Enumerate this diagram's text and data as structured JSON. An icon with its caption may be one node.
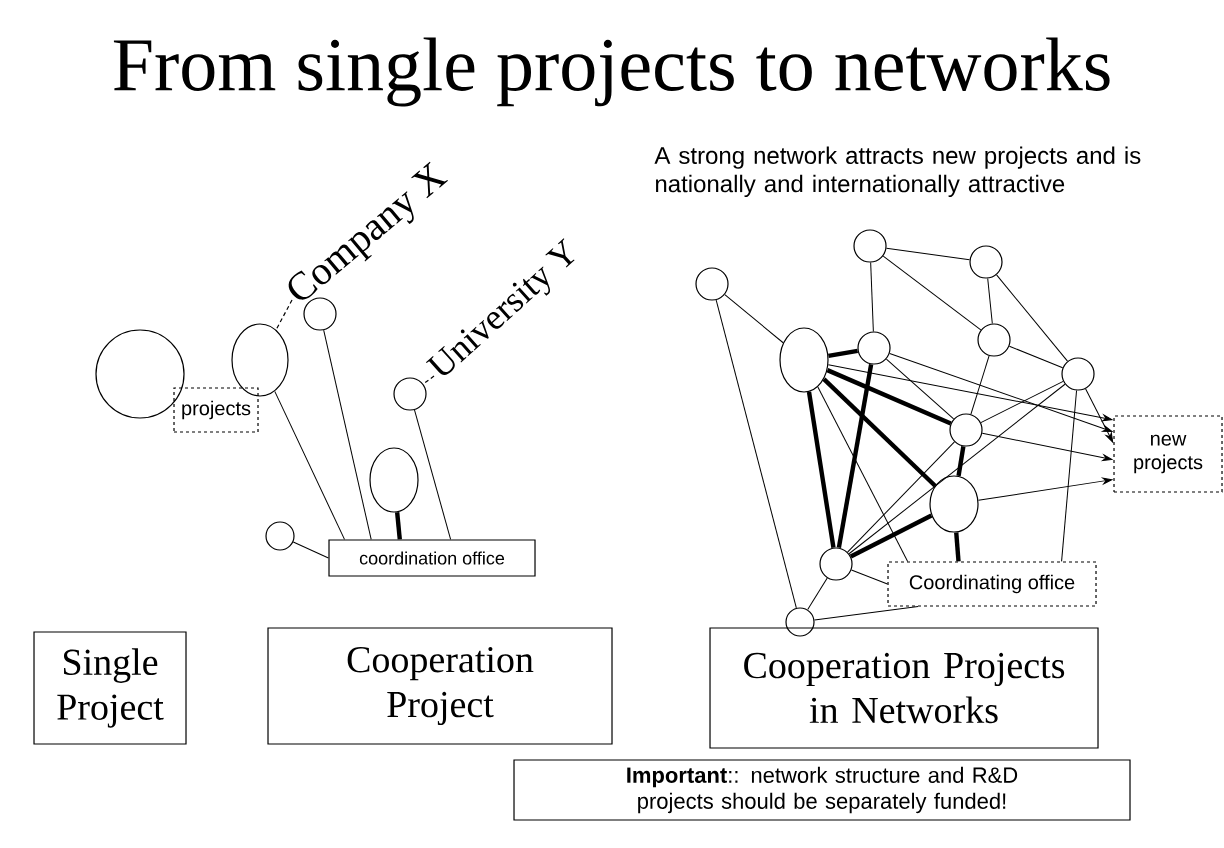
{
  "diagram": {
    "title": "From single projects to networks",
    "nodes": [
      {
        "text": [],
        "shape": "circle"
      },
      {
        "text": [
          "Company X"
        ]
      },
      {
        "text": [
          "University Y"
        ]
      },
      {
        "text": [],
        "shape": "circle"
      },
      {
        "text": [],
        "shape": "circle"
      },
      {
        "text": [
          "projects"
        ]
      },
      {
        "text": [],
        "shape": "circle"
      },
      {
        "text": [],
        "shape": "circle"
      },
      {
        "text": [],
        "shape": "circle"
      },
      {
        "text": [
          "coordination office"
        ]
      },
      {
        "text": [],
        "shape": "circle"
      },
      {
        "text": [],
        "shape": "circle"
      },
      {
        "text": [],
        "shape": "circle"
      },
      {
        "text": [],
        "shape": "circle"
      },
      {
        "text": [],
        "shape": "circle"
      },
      {
        "text": [],
        "shape": "circle"
      },
      {
        "text": [],
        "shape": "circle"
      },
      {
        "text": [],
        "shape": "circle"
      },
      {
        "text": [
          "new projects"
        ]
      },
      {
        "text": [],
        "shape": "circle"
      },
      {
        "text": [],
        "shape": "circle"
      },
      {
        "text": [
          "Coordinating office"
        ]
      },
      {
        "text": [
          "Single Project"
        ]
      },
      {
        "text": [
          "Cooperation Project"
        ]
      },
      {
        "text": [
          "Cooperation Projects in Networks"
        ]
      },
      {
        "text": [],
        "shape": "circle"
      },
      {
        "text": [
          "**Important**:: network structure and R&D projects should be separately funded!"
        ]
      }
    ],
    "edges": [
      {
        "from": 1,
        "to": 3,
        "arrow": "none",
        "style": "dashed"
      },
      {
        "from": 2,
        "to": 6,
        "arrow": "none",
        "style": "dashed"
      },
      {
        "from": 3,
        "to": 9,
        "arrow": "none"
      },
      {
        "from": 4,
        "to": 9,
        "arrow": "none"
      },
      {
        "from": 7,
        "to": 9,
        "arrow": "none",
        "style": "thick"
      },
      {
        "from": 6,
        "to": 9,
        "arrow": "none"
      },
      {
        "from": 8,
        "to": 9,
        "arrow": "none"
      },
      {
        "from": 10,
        "to": 13,
        "arrow": "none"
      },
      {
        "from": 10,
        "to": 25,
        "arrow": "none"
      },
      {
        "from": 11,
        "to": 12,
        "arrow": "none"
      },
      {
        "from": 11,
        "to": 14,
        "arrow": "none"
      },
      {
        "from": 11,
        "to": 15,
        "arrow": "none"
      },
      {
        "from": 12,
        "to": 15,
        "arrow": "none"
      },
      {
        "from": 12,
        "to": 16,
        "arrow": "none"
      },
      {
        "from": 13,
        "to": 14,
        "arrow": "none",
        "style": "thick"
      },
      {
        "from": 13,
        "to": 20,
        "arrow": "none",
        "style": "thick"
      },
      {
        "from": 13,
        "to": 17,
        "arrow": "none",
        "style": "thick"
      },
      {
        "from": 13,
        "to": 19,
        "arrow": "none",
        "style": "thick"
      },
      {
        "from": 13,
        "to": 18,
        "arrow": "to"
      },
      {
        "from": 13,
        "to": 21,
        "arrow": "none"
      },
      {
        "from": 14,
        "to": 20,
        "arrow": "none",
        "style": "thick"
      },
      {
        "from": 14,
        "to": 17,
        "arrow": "none"
      },
      {
        "from": 14,
        "to": 18,
        "arrow": "to"
      },
      {
        "from": 15,
        "to": 17,
        "arrow": "none"
      },
      {
        "from": 15,
        "to": 16,
        "arrow": "none"
      },
      {
        "from": 16,
        "to": 17,
        "arrow": "none"
      },
      {
        "from": 16,
        "to": 20,
        "arrow": "none"
      },
      {
        "from": 16,
        "to": 21,
        "arrow": "none"
      },
      {
        "from": 16,
        "to": 18,
        "arrow": "to"
      },
      {
        "from": 17,
        "to": 19,
        "arrow": "none",
        "style": "thick"
      },
      {
        "from": 17,
        "to": 20,
        "arrow": "none"
      },
      {
        "from": 17,
        "to": 18,
        "arrow": "to"
      },
      {
        "from": 19,
        "to": 20,
        "arrow": "none",
        "style": "thick"
      },
      {
        "from": 19,
        "to": 21,
        "arrow": "none",
        "style": "thick"
      },
      {
        "from": 19,
        "to": 18,
        "arrow": "to"
      },
      {
        "from": 20,
        "to": 21,
        "arrow": "none"
      },
      {
        "from": 20,
        "to": 25,
        "arrow": "none"
      },
      {
        "from": 21,
        "to": 25,
        "arrow": "none"
      }
    ],
    "labels": [
      "A strong network attracts new projects and is nationally and internationally attractive"
    ]
  }
}
